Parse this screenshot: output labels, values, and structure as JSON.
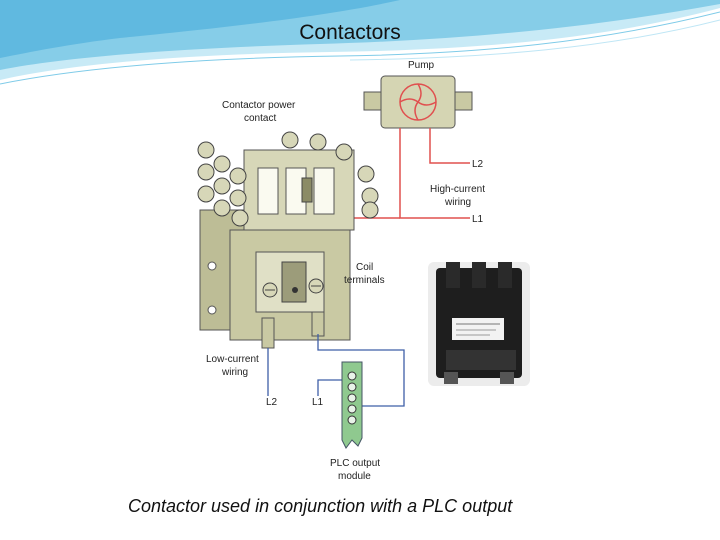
{
  "slide": {
    "title": "Contactors",
    "caption": "Contactor used in conjunction with a PLC output"
  },
  "diagram": {
    "pump_label": "Pump",
    "power_contact_label": [
      "Contactor power",
      "contact"
    ],
    "high_current_label": [
      "High-current",
      "wiring"
    ],
    "l2_top": "L2",
    "l1_top": "L1",
    "coil_label": [
      "Coil",
      "terminals"
    ],
    "low_current_label": [
      "Low-current",
      "wiring"
    ],
    "l2_bottom": "L2",
    "l1_bottom": "L1",
    "plc_label": [
      "PLC output",
      "module"
    ]
  },
  "colors": {
    "header_wave": "#6cc3e6",
    "high_current_wire": "#e0504f",
    "low_current_wire": "#3f5fa8",
    "contactor_body": "#c9c9a3",
    "plc_module": "#8fc98f"
  }
}
